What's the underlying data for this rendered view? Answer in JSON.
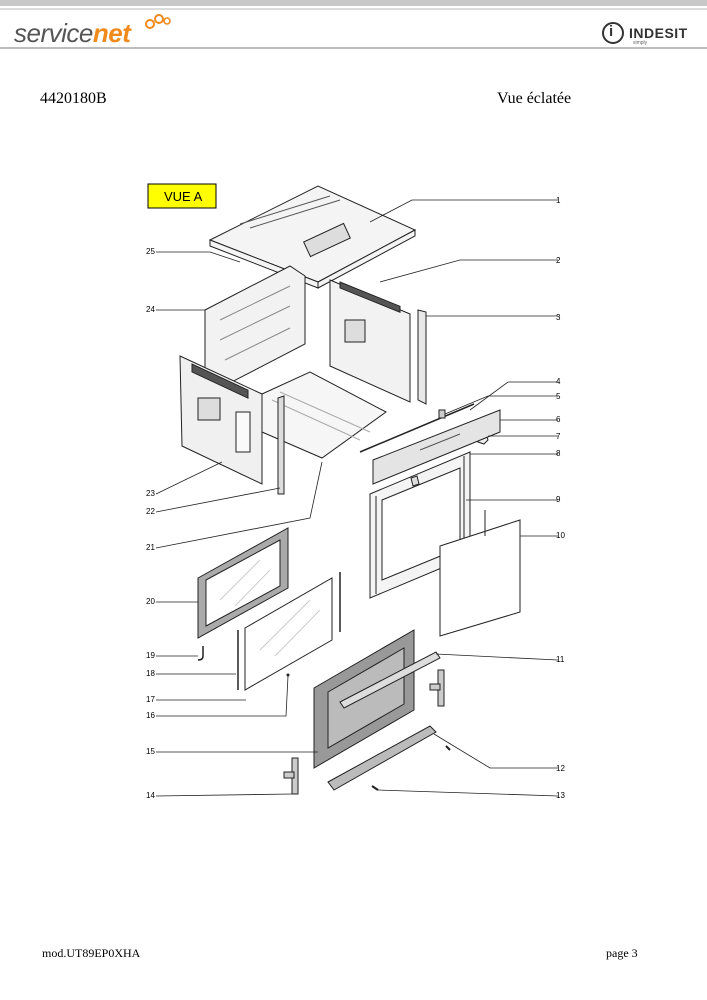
{
  "header": {
    "logo_part1": "service",
    "logo_part2": "net",
    "brand_name": "INDESIT",
    "brand_sub": "simply"
  },
  "document": {
    "code": "4420180B",
    "title": "Vue éclatée"
  },
  "diagram": {
    "view_label": "VUE A",
    "view_color": "#ffff00",
    "callouts": [
      "1",
      "2",
      "3",
      "4",
      "5",
      "6",
      "7",
      "8",
      "9",
      "10",
      "11",
      "12",
      "13",
      "14",
      "15",
      "16",
      "17",
      "18",
      "19",
      "20",
      "21",
      "22",
      "23",
      "24",
      "25"
    ]
  },
  "footer": {
    "model": "mod.UT89EP0XHA",
    "page": "page 3"
  },
  "colors": {
    "accent": "#f08a1c",
    "logo_grey": "#555555"
  }
}
